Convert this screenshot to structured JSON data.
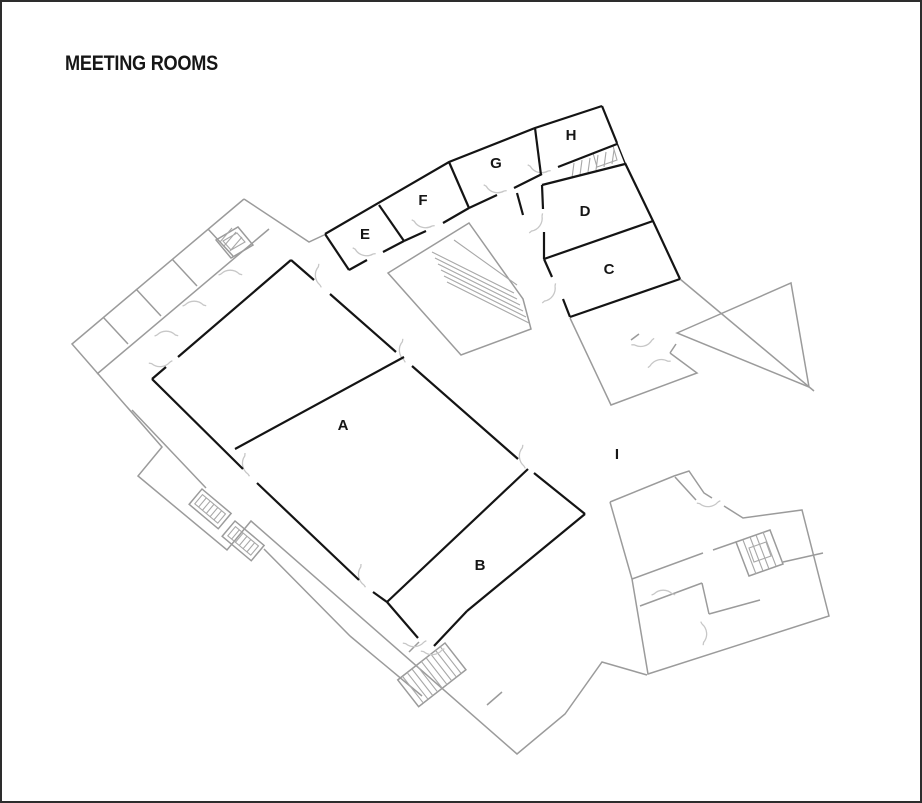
{
  "title": "MEETING ROOMS",
  "plan": {
    "rooms": [
      {
        "label": "A"
      },
      {
        "label": "B"
      },
      {
        "label": "C"
      },
      {
        "label": "D"
      },
      {
        "label": "E"
      },
      {
        "label": "F"
      },
      {
        "label": "G"
      },
      {
        "label": "H"
      },
      {
        "label": "I"
      }
    ],
    "icons": {
      "stairs": "hatched-tread-block",
      "escalator": "nested-hatched-rectangle",
      "door": "quarter-arc-swing"
    }
  },
  "colors": {
    "wall": "#141414",
    "background_structure": "#9b9b9b",
    "door_swing": "#c7c7c7",
    "text": "#161616",
    "page_background": "#ffffff",
    "page_border": "#2d2d2d"
  }
}
